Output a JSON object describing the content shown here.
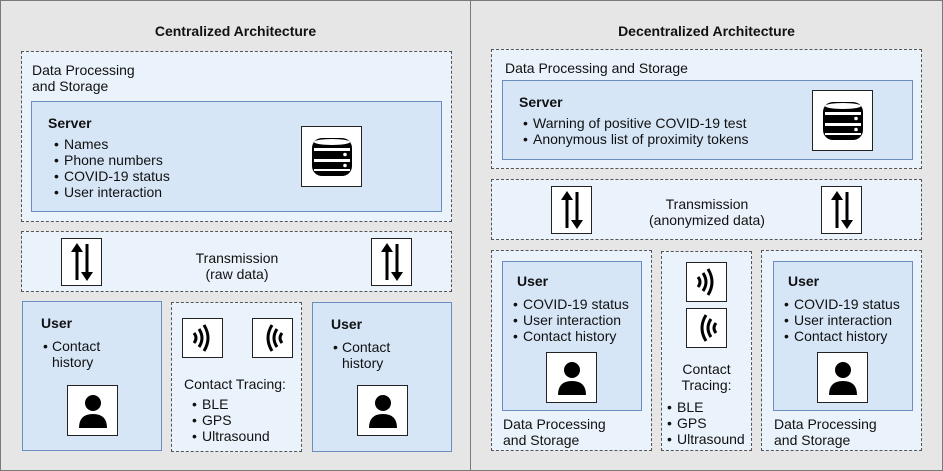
{
  "centralized": {
    "title": "Centralized Architecture",
    "storage_label_line1": "Data Processing",
    "storage_label_line2": "and Storage",
    "server": {
      "title": "Server",
      "items": [
        "Names",
        "Phone numbers",
        "COVID-19 status",
        "User interaction"
      ]
    },
    "transmission_line1": "Transmission",
    "transmission_line2": "(raw data)",
    "user_left": {
      "title": "User",
      "item_line1": "Contact",
      "item_line2": "history"
    },
    "user_right": {
      "title": "User",
      "item_line1": "Contact",
      "item_line2": "history"
    },
    "tracing": {
      "title": "Contact Tracing:",
      "items": [
        "BLE",
        "GPS",
        "Ultrasound"
      ]
    }
  },
  "decentralized": {
    "title": "Decentralized Architecture",
    "storage_label": "Data Processing and Storage",
    "server": {
      "title": "Server",
      "items": [
        "Warning of positive COVID-19 test",
        "Anonymous list of proximity tokens"
      ]
    },
    "transmission_line1": "Transmission",
    "transmission_line2": "(anonymized data)",
    "user_left": {
      "title": "User",
      "items": [
        "COVID-19 status",
        "User interaction",
        "Contact history"
      ]
    },
    "user_right": {
      "title": "User",
      "items": [
        "COVID-19 status",
        "User interaction",
        "Contact history"
      ]
    },
    "local_storage_line1": "Data Processing",
    "local_storage_line2": "and Storage",
    "tracing": {
      "title_line1": "Contact",
      "title_line2": "Tracing:",
      "items": [
        "BLE",
        "GPS",
        "Ultrasound"
      ]
    }
  },
  "icons": {
    "database": "database-icon",
    "transfer": "up-down-arrows-icon",
    "user": "user-icon",
    "signal_right": "signal-waves-right-icon",
    "signal_left": "signal-waves-left-icon"
  }
}
